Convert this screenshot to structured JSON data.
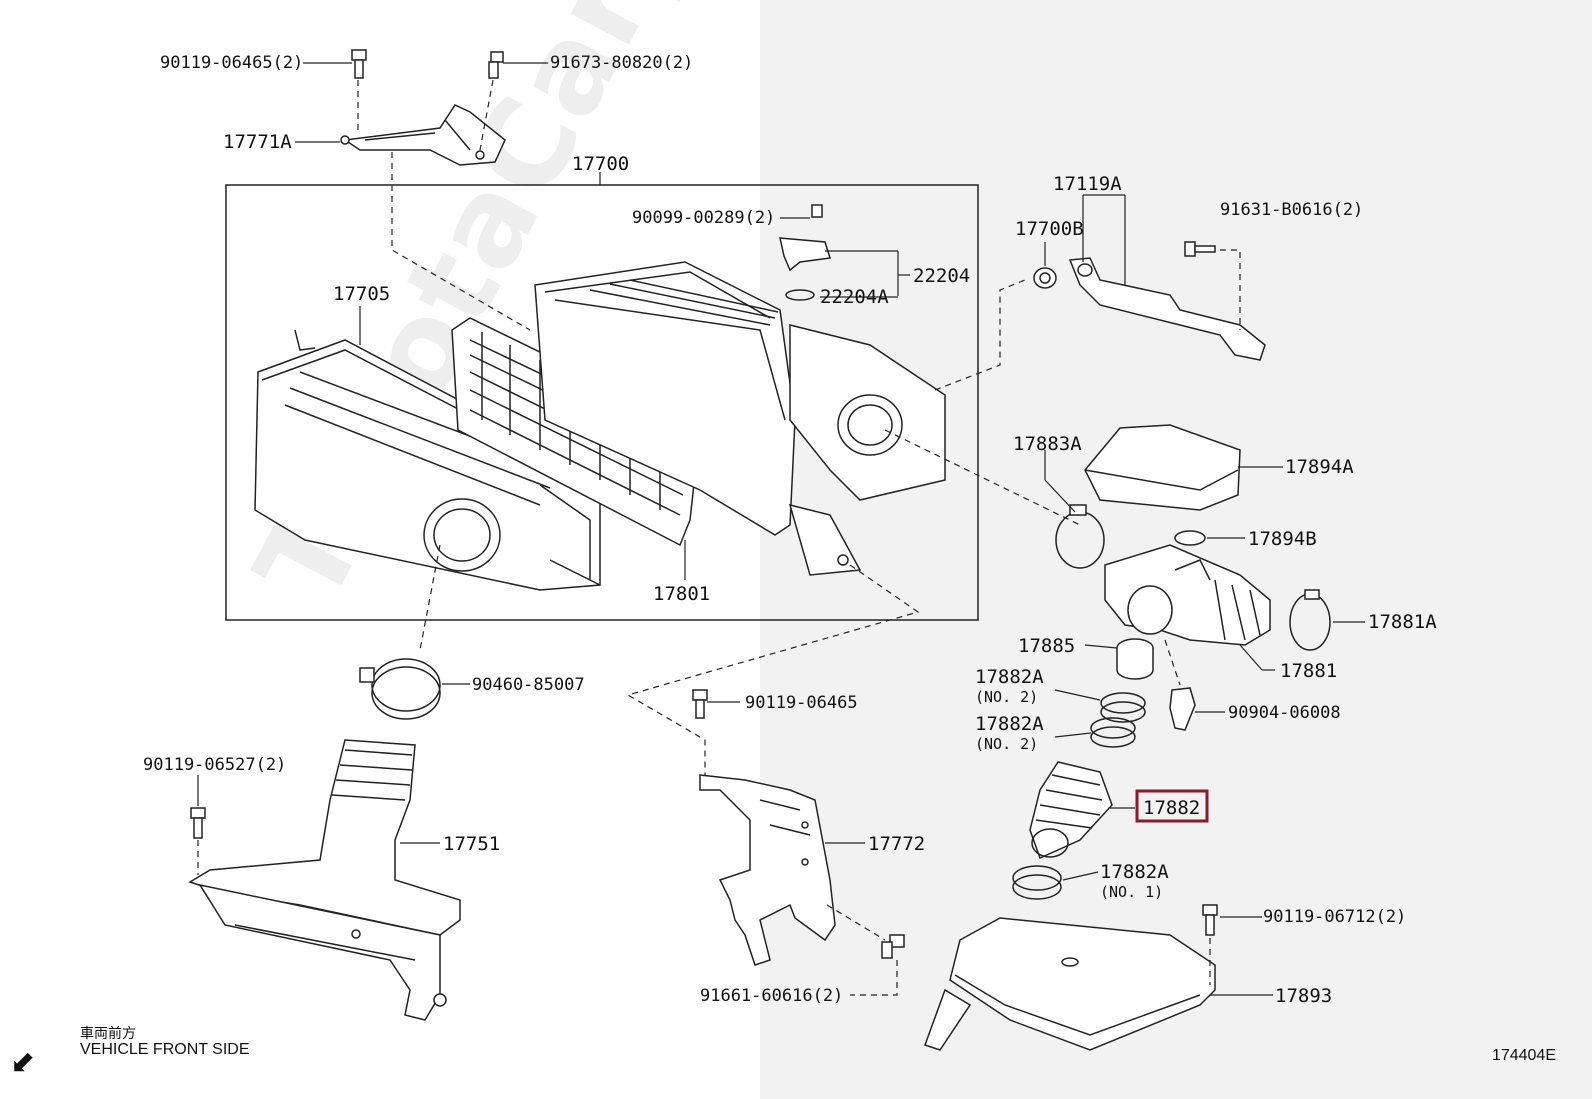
{
  "watermark": "ToyotaCarparts.ru",
  "labels": {
    "p90119_06465_2": "90119-06465(2)",
    "p91673_80820_2": "91673-80820(2)",
    "p17771A": "17771A",
    "p17700": "17700",
    "p90099_00289_2": "90099-00289(2)",
    "p22204": "22204",
    "p22204A": "22204A",
    "p17705": "17705",
    "p17801": "17801",
    "p17119A": "17119A",
    "p17700B": "17700B",
    "p91631_B0616_2": "91631-B0616(2)",
    "p17883A": "17883A",
    "p17894A": "17894A",
    "p17894B": "17894B",
    "p17885": "17885",
    "p17881A": "17881A",
    "p17881": "17881",
    "p17882A_a": "17882A",
    "p17882A_a_note": "(NO. 2)",
    "p17882A_b": "17882A",
    "p17882A_b_note": "(NO. 2)",
    "p90904_06008": "90904-06008",
    "p17882": "17882",
    "p17882A_c": "17882A",
    "p17882A_c_note": "(NO. 1)",
    "p90460_85007": "90460-85007",
    "p90119_06465": "90119-06465",
    "p90119_06527_2": "90119-06527(2)",
    "p17751": "17751",
    "p17772": "17772",
    "p91661_60616_2": "91661-60616(2)",
    "p90119_06712_2": "90119-06712(2)",
    "p17893": "17893"
  },
  "highlight": {
    "part": "17882",
    "color": "#8b1a2b"
  },
  "footer": {
    "front_jp": "車両前方",
    "front_en": "VEHICLE FRONT SIDE",
    "figure_code": "174404E"
  }
}
